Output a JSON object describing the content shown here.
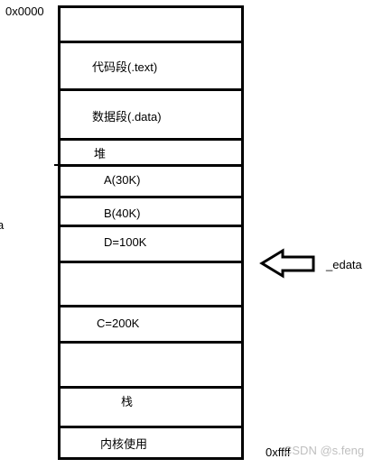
{
  "addresses": {
    "top": "0x0000",
    "bottom": "0xffff"
  },
  "segments": [
    {
      "label": ""
    },
    {
      "label": "代码段(.text)"
    },
    {
      "label": "数据段(.data)"
    },
    {
      "label": "堆"
    },
    {
      "label": "A(30K)"
    },
    {
      "label": "B(40K)"
    },
    {
      "label": "D=100K"
    },
    {
      "label": ""
    },
    {
      "label": "C=200K"
    },
    {
      "label": ""
    },
    {
      "label": "栈"
    },
    {
      "label": "内核使用"
    }
  ],
  "pointer": {
    "label": "_edata"
  },
  "left_fragment": "a",
  "watermark": "CSDN @s.feng"
}
